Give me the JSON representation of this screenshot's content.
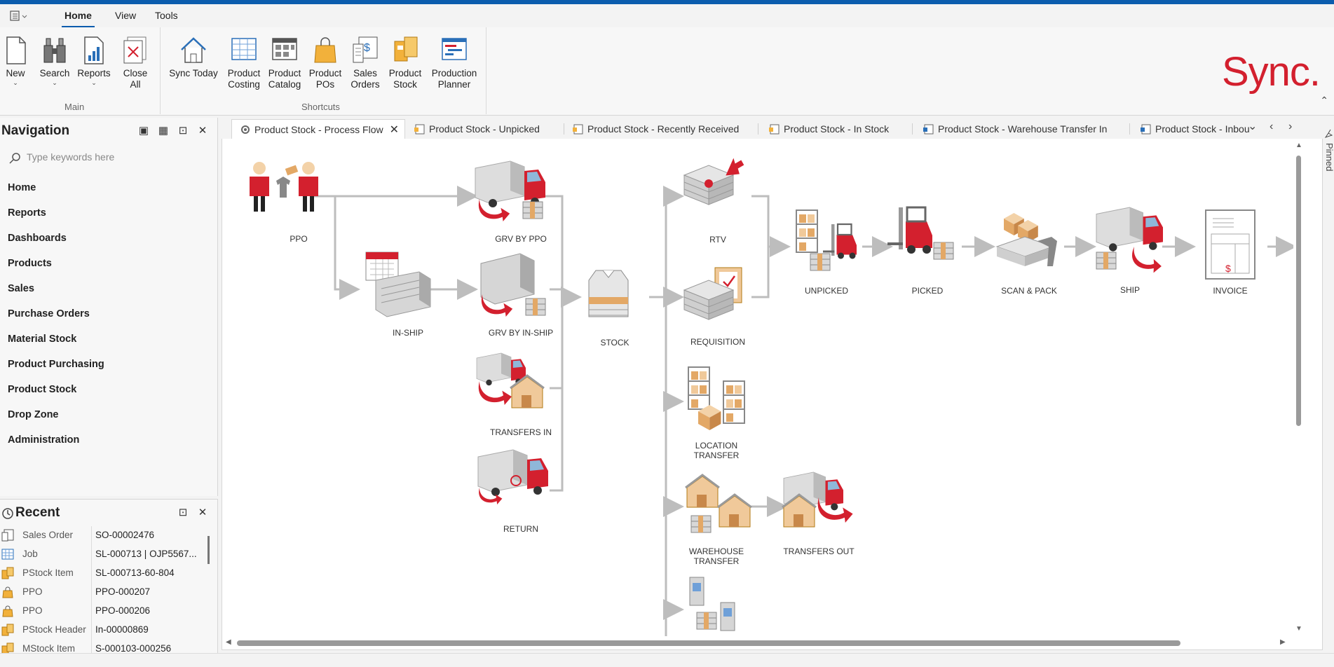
{
  "menu": {
    "tabs": [
      "Home",
      "View",
      "Tools"
    ],
    "active": "Home"
  },
  "ribbon": {
    "main": [
      {
        "label": "New",
        "dropdown": true
      },
      {
        "label": "Search",
        "dropdown": true
      },
      {
        "label": "Reports",
        "dropdown": true
      },
      {
        "label": "Close All"
      }
    ],
    "main_group": "Main",
    "shortcuts": [
      {
        "label": "Sync Today"
      },
      {
        "label": "Product Costing"
      },
      {
        "label": "Product Catalog"
      },
      {
        "label": "Product POs"
      },
      {
        "label": "Sales Orders"
      },
      {
        "label": "Product Stock"
      },
      {
        "label": "Production Planner"
      }
    ],
    "shortcuts_group": "Shortcuts",
    "brand": "Sync."
  },
  "navigation": {
    "title": "Navigation",
    "search_placeholder": "Type keywords here",
    "items": [
      "Home",
      "Reports",
      "Dashboards",
      "Products",
      "Sales",
      "Purchase Orders",
      "Material Stock",
      "Product Purchasing",
      "Product Stock",
      "Drop Zone",
      "Administration"
    ]
  },
  "recent": {
    "title": "Recent",
    "rows": [
      {
        "type": "Sales Order",
        "value": "SO-00002476"
      },
      {
        "type": "Job",
        "value": "SL-000713 | OJP5567..."
      },
      {
        "type": "PStock Item",
        "value": "SL-000713-60-804"
      },
      {
        "type": "PPO",
        "value": "PPO-000207"
      },
      {
        "type": "PPO",
        "value": "PPO-000206"
      },
      {
        "type": "PStock Header",
        "value": "In-00000869"
      },
      {
        "type": "MStock Item",
        "value": "S-000103-000256"
      }
    ]
  },
  "tabs": [
    {
      "label": "Product Stock - Process Flow",
      "active": true
    },
    {
      "label": "Product Stock - Unpicked"
    },
    {
      "label": "Product Stock - Recently Received"
    },
    {
      "label": "Product Stock - In Stock"
    },
    {
      "label": "Product Stock - Warehouse Transfer In"
    },
    {
      "label": "Product Stock - Inbou"
    }
  ],
  "pinned": "Pinned",
  "flow": {
    "ppo": "PPO",
    "in_ship": "IN-SHIP",
    "grv_ppo": "GRV BY PPO",
    "grv_inship": "GRV BY IN-SHIP",
    "transfers_in": "TRANSFERS IN",
    "return": "RETURN",
    "stock": "STOCK",
    "rtv": "RTV",
    "requisition": "REQUISITION",
    "location_transfer_1": "LOCATION",
    "location_transfer_2": "TRANSFER",
    "warehouse_transfer_1": "WAREHOUSE",
    "warehouse_transfer_2": "TRANSFER",
    "transfers_out": "TRANSFERS OUT",
    "unpicked": "UNPICKED",
    "picked": "PICKED",
    "scan_pack": "SCAN & PACK",
    "ship": "SHIP",
    "invoice": "INVOICE"
  },
  "colors": {
    "accent": "#0b5cad",
    "brand": "#d3202e",
    "arrow": "#bdbdbd"
  }
}
